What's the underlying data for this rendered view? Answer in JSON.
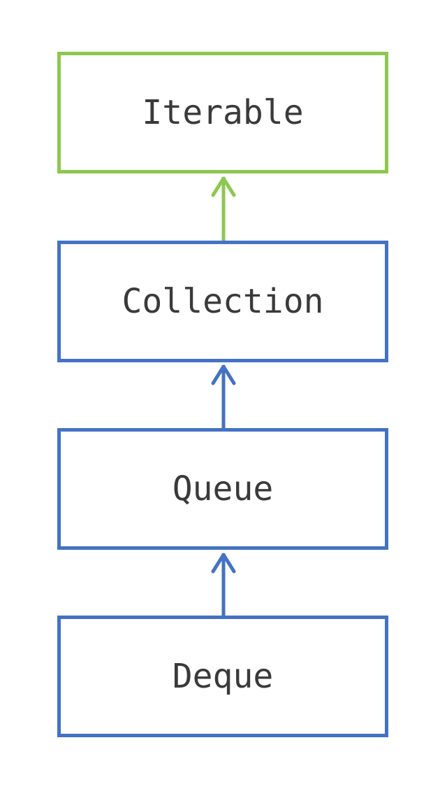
{
  "nodes": [
    {
      "id": "iterable",
      "label": "Iterable",
      "color": "#8dc84e"
    },
    {
      "id": "collection",
      "label": "Collection",
      "color": "#4472c4"
    },
    {
      "id": "queue",
      "label": "Queue",
      "color": "#4472c4"
    },
    {
      "id": "deque",
      "label": "Deque",
      "color": "#4472c4"
    }
  ],
  "edges": [
    {
      "from": "collection",
      "to": "iterable",
      "color": "#8dc84e"
    },
    {
      "from": "queue",
      "to": "collection",
      "color": "#4472c4"
    },
    {
      "from": "deque",
      "to": "queue",
      "color": "#4472c4"
    }
  ],
  "label_color": "#3a3a3a"
}
